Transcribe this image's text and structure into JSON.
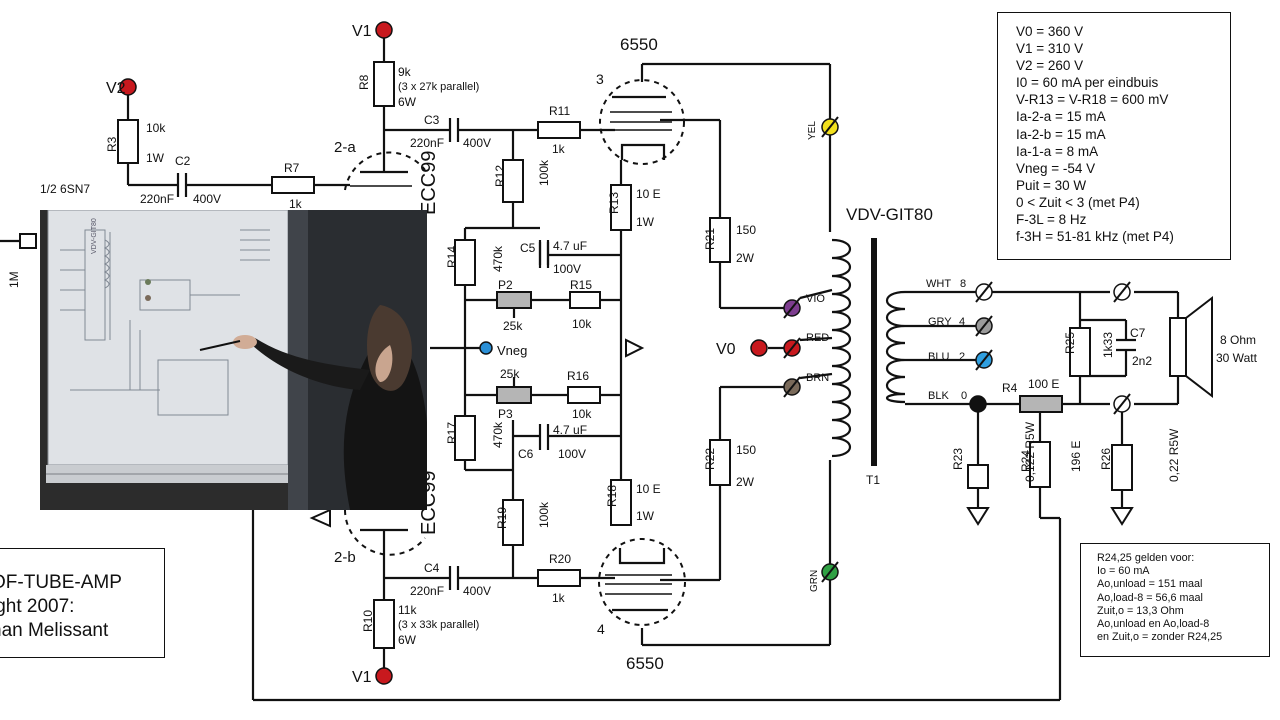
{
  "tubes": {
    "upper": {
      "pin": "3",
      "type": "6550"
    },
    "lower": {
      "pin": "4",
      "type": "6550"
    },
    "driver": {
      "type": "1/2 6SN7"
    },
    "pi_a": {
      "label": "2-a",
      "type": "ECC99"
    },
    "pi_b": {
      "label": "2-b",
      "type": "ECC99"
    }
  },
  "supplies": {
    "v1": "V1",
    "v2": "V2",
    "v0": "V0",
    "vneg": "Vneg"
  },
  "components": {
    "R1": {
      "name": "1M"
    },
    "R3": {
      "name": "R3",
      "value": "10k",
      "rating": "1W"
    },
    "C2": {
      "name": "C2",
      "value": "220nF",
      "rating": "400V"
    },
    "R7": {
      "name": "R7",
      "value": "1k"
    },
    "R8": {
      "name": "R8",
      "value": "9k",
      "note": "(3 x 27k parallel)",
      "rating": "6W"
    },
    "C3": {
      "name": "C3",
      "value": "220nF",
      "rating": "400V"
    },
    "R11": {
      "name": "R11",
      "value": "1k"
    },
    "R12": {
      "name": "R12",
      "value": "100k"
    },
    "R13": {
      "name": "R13",
      "value": "10 E",
      "rating": "1W"
    },
    "R14": {
      "name": "R14",
      "value": "470k"
    },
    "C5": {
      "name": "C5",
      "value": "4.7 uF",
      "rating": "100V"
    },
    "P2": {
      "name": "P2",
      "value": "25k"
    },
    "R15": {
      "name": "R15",
      "value": "10k"
    },
    "P3": {
      "name": "P3",
      "value": "25k"
    },
    "R16": {
      "name": "R16",
      "value": "10k"
    },
    "R17": {
      "name": "R17",
      "value": "470k"
    },
    "C6": {
      "name": "C6",
      "value": "4.7 uF",
      "rating": "100V"
    },
    "R18": {
      "name": "R18",
      "value": "10 E",
      "rating": "1W"
    },
    "R19": {
      "name": "R19",
      "value": "100k"
    },
    "C4": {
      "name": "C4",
      "value": "220nF",
      "rating": "400V"
    },
    "R20": {
      "name": "R20",
      "value": "1k"
    },
    "R10": {
      "name": "R10",
      "value": "11k",
      "note": "(3 x 33k parallel)",
      "rating": "6W"
    },
    "R21": {
      "name": "R21",
      "value": "150",
      "rating": "2W"
    },
    "R22": {
      "name": "R22",
      "value": "150",
      "rating": "2W"
    },
    "R23": {
      "name": "R23",
      "value": "0,122 R5W"
    },
    "R24": {
      "name": "R24",
      "value": "196 E"
    },
    "R25": {
      "name": "R25",
      "value": "1k33"
    },
    "R26": {
      "name": "R26",
      "value": "0,22 R5W"
    },
    "C7": {
      "name": "C7",
      "value": "2n2"
    },
    "P4": {
      "name": "R4",
      "value": "100 E"
    }
  },
  "transformer": {
    "model": "VDV-GIT80",
    "ref": "T1"
  },
  "taps": {
    "yel": "YEL",
    "vio": "VIO",
    "red": "RED",
    "brn": "BRN",
    "grn": "GRN",
    "wht": "WHT",
    "wht_n": "8",
    "gry": "GRY",
    "gry_n": "4",
    "blu": "BLU",
    "blu_n": "2",
    "blk": "BLK",
    "blk_n": "0"
  },
  "speaker": {
    "impedance": "8 Ohm",
    "power": "30 Watt"
  },
  "spec_lines": [
    "V0 =  360 V",
    "V1 =  310 V",
    "V2 =  260 V",
    "I0 =  60 mA per eindbuis",
    "V-R13 =  V-R18 =  600 mV",
    "Ia-2-a =  15 mA",
    "Ia-2-b =  15 mA",
    "Ia-1-a =  8 mA",
    "Vneg =  -54 V",
    "Puit =  30 W",
    "0 <  Zuit <  3 (met P4)",
    "F-3L =  8 Hz",
    "f-3H =  51-81 kHz (met P4)"
  ],
  "r24_lines": [
    "R24,25 gelden voor:",
    "Io =  60 mA",
    "Ao,unload =  151 maal",
    "Ao,load-8 =  56,6 maal",
    "Zuit,o =  13,3 Ohm",
    "Ao,unload en Ao,load-8",
    "en Zuit,o =  zonder R24,25"
  ],
  "credit_lines": [
    "OF-TUBE-AMP",
    "ight 2007:",
    "han Melissant"
  ],
  "colors": {
    "supply_red": "#c8191e",
    "vneg_blue": "#2a8fd6",
    "yellow": "#f2e01d",
    "violet": "#7d3d8f",
    "brown": "#7a6a5a",
    "green": "#2fa043",
    "grey": "#9a9a9a",
    "blue_tap": "#2f9fe0",
    "black_tap": "#111111"
  },
  "video_overlay": {
    "slide_title": "VDV-GIT80"
  }
}
